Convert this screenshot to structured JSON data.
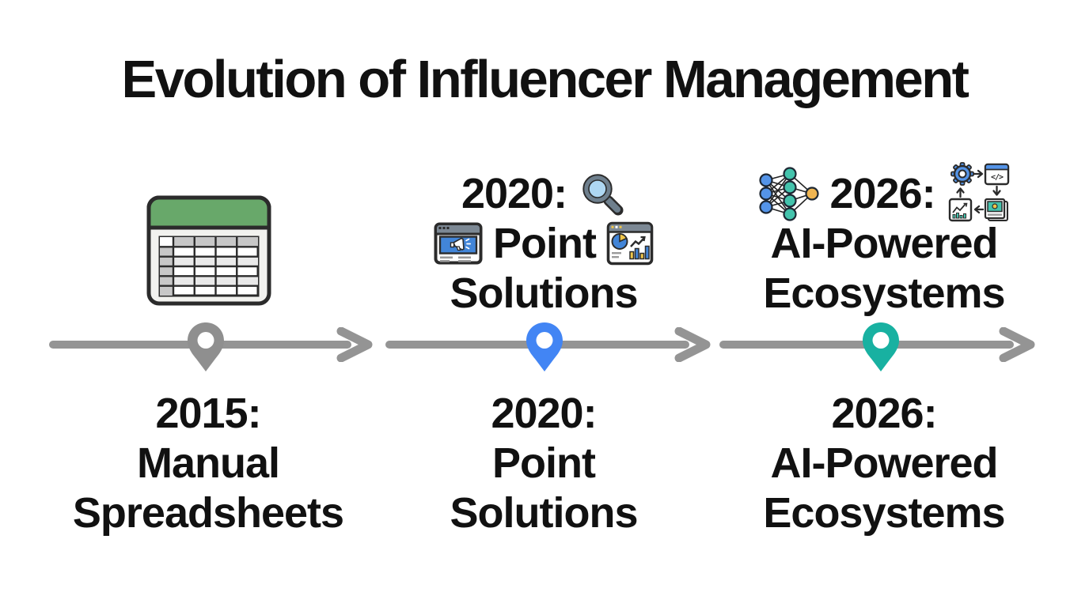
{
  "title": "Evolution of Influencer Management",
  "colors": {
    "text": "#111111",
    "timeline_gray": "#949494",
    "pin_gray": "#8f8f8f",
    "pin_blue": "#4285f4",
    "pin_teal": "#18b1a1",
    "spreadsheet_green": "#68a86a",
    "icon_blue": "#4a90e2",
    "icon_light_blue": "#aed7f2",
    "icon_yellow": "#f0c64a",
    "icon_teal": "#44c3ac",
    "icon_slate": "#7c8894"
  },
  "milestones": [
    {
      "year": "2015",
      "pin_color": "#8f8f8f",
      "icon": "spreadsheet-icon",
      "label_lines": [
        "2015:",
        "Manual",
        "Spreadsheets"
      ]
    },
    {
      "year": "2020",
      "pin_color": "#4285f4",
      "icons": [
        "magnifier-icon",
        "ad-browser-icon",
        "analytics-dashboard-icon"
      ],
      "heading_lines": [
        "2020:",
        "Point",
        "Solutions"
      ],
      "label_lines": [
        "2020:",
        "Point",
        "Solutions"
      ]
    },
    {
      "year": "2026",
      "pin_color": "#18b1a1",
      "icons": [
        "neural-network-icon",
        "automation-workflow-icon"
      ],
      "heading_lines": [
        "2026:",
        "AI-Powered",
        "Ecosystems"
      ],
      "label_lines": [
        "2026:",
        "AI-Powered",
        "Ecosystems"
      ]
    }
  ]
}
